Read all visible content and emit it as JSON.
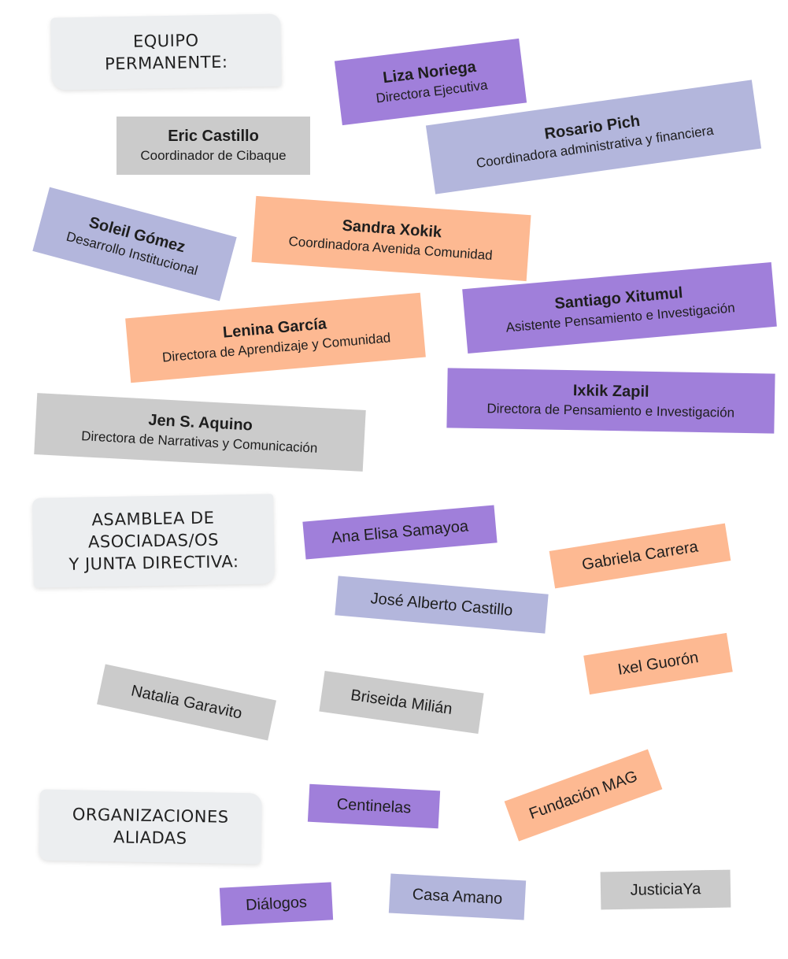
{
  "colors": {
    "purple": "#a07fda",
    "lavender": "#b3b6dc",
    "peach": "#fdb992",
    "gray": "#cbcbcb",
    "paper": "#eceef0"
  },
  "sections": {
    "equipo": "EQUIPO\nPERMANENTE:",
    "asamblea": "ASAMBLEA DE\nASOCIADAS/OS\nY JUNTA DIRECTIVA:",
    "aliadas": "ORGANIZACIONES\nALIADAS"
  },
  "team": [
    {
      "name": "Liza Noriega",
      "role": "Directora Ejecutiva",
      "color": "purple"
    },
    {
      "name": "Eric Castillo",
      "role": "Coordinador de Cibaque",
      "color": "gray"
    },
    {
      "name": "Rosario Pich",
      "role": "Coordinadora administrativa y financiera",
      "color": "lavender"
    },
    {
      "name": "Soleil Gómez",
      "role": "Desarrollo Institucional",
      "color": "lavender"
    },
    {
      "name": "Sandra Xokik",
      "role": "Coordinadora Avenida Comunidad",
      "color": "peach"
    },
    {
      "name": "Santiago Xitumul",
      "role": "Asistente Pensamiento e Investigación",
      "color": "purple"
    },
    {
      "name": "Lenina García",
      "role": "Directora de Aprendizaje y Comunidad",
      "color": "peach"
    },
    {
      "name": "Ixkik Zapil",
      "role": "Directora de Pensamiento e Investigación",
      "color": "purple"
    },
    {
      "name": "Jen S. Aquino",
      "role": "Directora de Narrativas y Comunicación",
      "color": "gray"
    }
  ],
  "assembly": [
    {
      "name": "Ana Elisa Samayoa",
      "color": "purple"
    },
    {
      "name": "Gabriela Carrera",
      "color": "peach"
    },
    {
      "name": "José Alberto Castillo",
      "color": "lavender"
    },
    {
      "name": "Ixel Guorón",
      "color": "peach"
    },
    {
      "name": "Natalia Garavito",
      "color": "gray"
    },
    {
      "name": "Briseida Milián",
      "color": "gray"
    }
  ],
  "allies": [
    {
      "name": "Centinelas",
      "color": "purple"
    },
    {
      "name": "Fundación MAG",
      "color": "peach"
    },
    {
      "name": "Diálogos",
      "color": "purple"
    },
    {
      "name": "Casa Amano",
      "color": "lavender"
    },
    {
      "name": "JusticiaYa",
      "color": "gray"
    }
  ]
}
